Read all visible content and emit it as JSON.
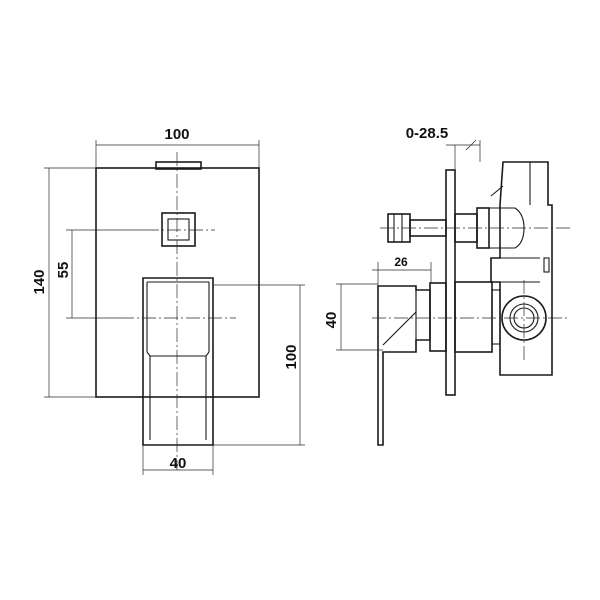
{
  "front_view": {
    "width_label": "100",
    "height_label": "140",
    "button_offset_label": "55",
    "lever_length_label": "100",
    "lever_width_label": "40"
  },
  "side_view": {
    "adjustment_label": "0-28.5",
    "lever_projection_label": "26",
    "lever_height_label": "40"
  }
}
